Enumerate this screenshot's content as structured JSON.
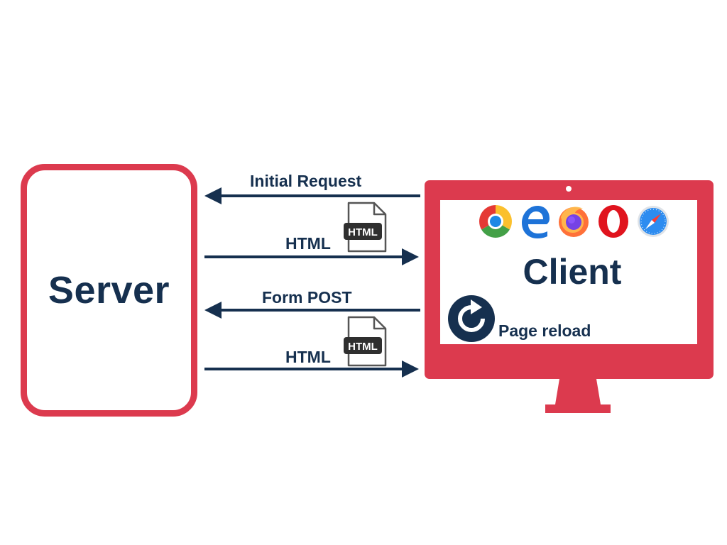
{
  "server": {
    "label": "Server"
  },
  "client": {
    "label": "Client",
    "reload_label": "Page reload"
  },
  "arrows": [
    {
      "label": "Initial Request",
      "direction": "to-server"
    },
    {
      "label": "HTML",
      "direction": "to-client"
    },
    {
      "label": "Form POST",
      "direction": "to-server"
    },
    {
      "label": "HTML",
      "direction": "to-client"
    }
  ],
  "files": [
    {
      "badge": "HTML"
    },
    {
      "badge": "HTML"
    }
  ],
  "browsers": [
    "chrome-icon",
    "edge-icon",
    "firefox-icon",
    "opera-icon",
    "safari-icon"
  ],
  "colors": {
    "accent": "#dc3a4e",
    "text": "#16304f",
    "arrow": "#16304f",
    "file_badge": "#2f2f2f"
  }
}
